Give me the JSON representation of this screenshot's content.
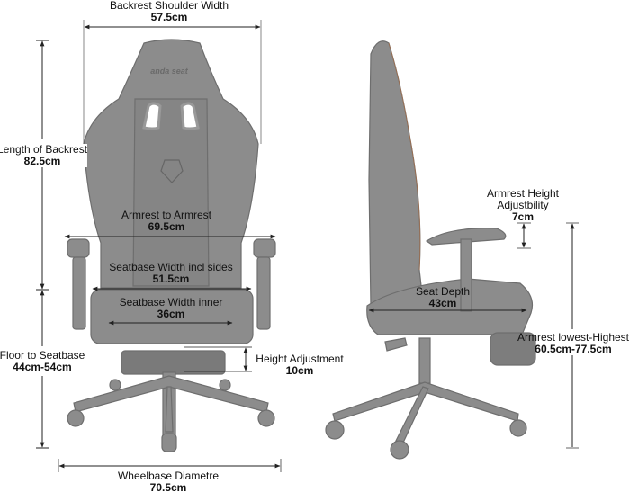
{
  "brand": "anda seat",
  "colors": {
    "chair": "#8c8c8c",
    "chair_dark": "#6e6e6e",
    "line": "#222222"
  },
  "dimensions": {
    "backrest_shoulder_width": {
      "label": "Backrest Shoulder Width",
      "value": "57.5cm"
    },
    "length_of_backrest": {
      "label": "Length of Backrest",
      "value": "82.5cm"
    },
    "armrest_to_armrest": {
      "label": "Armrest to Armrest",
      "value": "69.5cm"
    },
    "seatbase_width_incl_sides": {
      "label": "Seatbase Width incl sides",
      "value": "51.5cm"
    },
    "seatbase_width_inner": {
      "label": "Seatbase Width inner",
      "value": "36cm"
    },
    "floor_to_seatbase": {
      "label": "Floor to Seatbase",
      "value": "44cm-54cm"
    },
    "height_adjustment": {
      "label": "Height Adjustment",
      "value": "10cm"
    },
    "wheelbase_diametre": {
      "label": "Wheelbase Diametre",
      "value": "70.5cm"
    },
    "seat_depth": {
      "label": "Seat Depth",
      "value": "43cm"
    },
    "armrest_height_adjustability": {
      "label_line1": "Armrest Height",
      "label_line2": "Adjustbility",
      "value": "7cm"
    },
    "armrest_lowest_highest": {
      "label": "Armrest lowest-Highest",
      "value": "60.5cm-77.5cm"
    }
  }
}
